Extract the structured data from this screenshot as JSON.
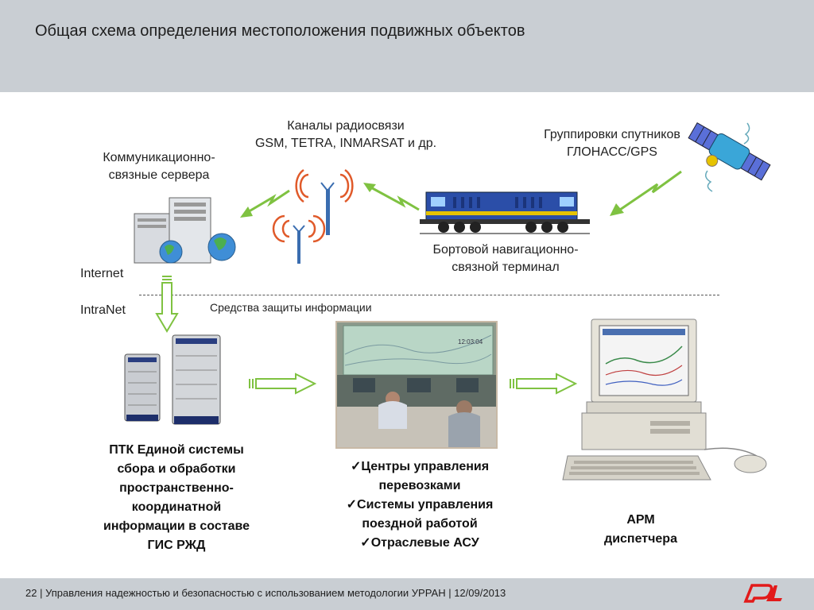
{
  "header": {
    "title": "Общая схема определения местоположения подвижных объектов"
  },
  "labels": {
    "servers": [
      "Коммуникационно-",
      "связные сервера"
    ],
    "radio": [
      "Каналы радиосвязи",
      "GSM, TETRA, INMARSAT и др."
    ],
    "satellites": [
      "Группировки спутников",
      "ГЛОНАСС/GPS"
    ],
    "terminal": [
      "Бортовой навигационно-",
      "связной терминал"
    ],
    "internet": "Internet",
    "intranet": "IntraNet",
    "security": "Средства защиты информации",
    "ptk": [
      "ПТК Единой системы",
      "сбора и обработки",
      "пространственно-",
      "координатной",
      "информации в составе",
      "ГИС РЖД"
    ],
    "control_items": [
      "✓Центры управления",
      "перевозками",
      "✓Системы управления",
      "поездной работой",
      "✓Отраслевые АСУ"
    ],
    "arm": [
      "АРМ",
      "диспетчера"
    ],
    "screen_clock": "12:03:04"
  },
  "footer": {
    "page_number": "22",
    "text": "|  Управления надежностью и безопасностью с использованием методологии УРРАН | 12/09/2013",
    "logo": "РЖД"
  },
  "colors": {
    "arrow_green": "#7fc241",
    "header_bg": "#c9ced3",
    "logo_red": "#e21a1a"
  }
}
